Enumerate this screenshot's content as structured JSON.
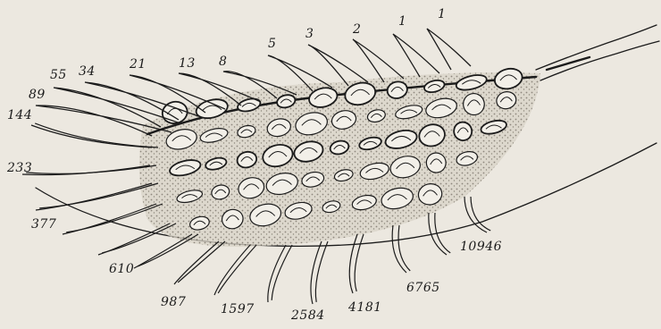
{
  "drawing": {
    "labels": {
      "l1a": "1",
      "l1b": "1",
      "l2": "2",
      "l3": "3",
      "l5": "5",
      "l8": "8",
      "l13": "13",
      "l21": "21",
      "l34": "34",
      "l55": "55",
      "l89": "89",
      "l144": "144",
      "l233": "233",
      "l377": "377",
      "l610": "610",
      "l987": "987",
      "l1597": "1597",
      "l2584": "2584",
      "l4181": "4181",
      "l6765": "6765",
      "l10946": "10946"
    },
    "colors": {
      "paper": "#ece8e0",
      "ink": "#1b1b1b",
      "shade": "#8a8478"
    }
  }
}
